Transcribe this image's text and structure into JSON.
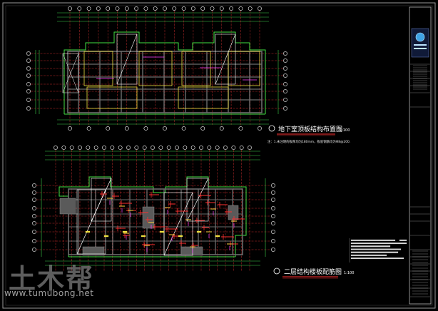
{
  "drawing": {
    "plan1_title": "地下室顶板结构布置图",
    "plan1_scale": "1:100",
    "plan1_note": "注：1.未注明的板厚均为180mm，板底钢筋均为Φ8@200.",
    "plan2_title": "二层结构楼板配筋图",
    "plan2_scale": "1:100"
  },
  "watermark": {
    "logo_text": "土木帮",
    "url": "www.tumubong.net"
  }
}
